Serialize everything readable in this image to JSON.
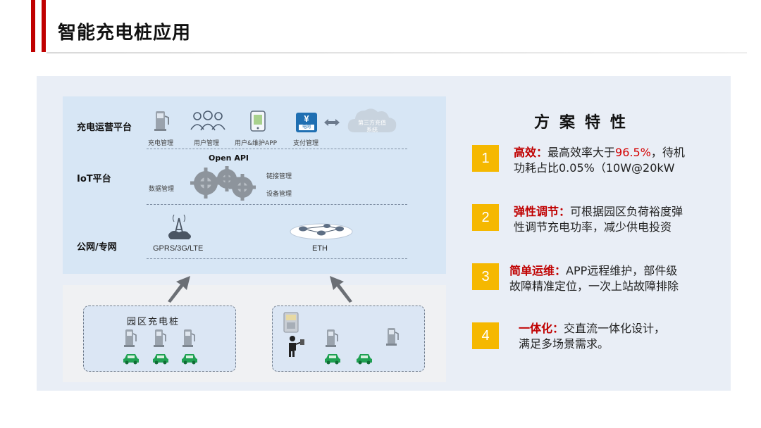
{
  "page": {
    "title": "智能充电桩应用"
  },
  "diagram": {
    "layers": {
      "platform": "充电运营平台",
      "iot": "IoT平台",
      "network": "公网/专网"
    },
    "platform_items": {
      "charge_mgmt": "充电管理",
      "user_mgmt": "用户管理",
      "app": "用户&维护APP",
      "payment": "支付管理",
      "third_party_line1": "第三方充值",
      "third_party_line2": "系统",
      "pay_icon_text": "电网"
    },
    "open_api": "Open API",
    "iot_items": {
      "data_mgmt": "数据管理",
      "link_mgmt": "链接管理",
      "device_mgmt": "设备管理"
    },
    "network_items": {
      "gprs": "GPRS/3G/LTE",
      "eth": "ETH"
    },
    "park_box_label": "园区充电桩"
  },
  "features": {
    "title": "方案特性",
    "items": [
      {
        "num": "1",
        "label": "高效：",
        "line1_a": "最高效率大于",
        "line1_hl": "96.5%",
        "line1_b": "，待机",
        "line2": "功耗占比0.05%（10W@20kW"
      },
      {
        "num": "2",
        "label": "弹性调节：",
        "line1": "可根据园区负荷裕度弹",
        "line2": "性调节充电功率，减少供电投资"
      },
      {
        "num": "3",
        "label": "简单运维：",
        "line1": "APP远程维护，部件级",
        "line2": "故障精准定位，一次上站故障排除"
      },
      {
        "num": "4",
        "label": "一体化：",
        "line1": "交直流一体化设计，",
        "line2": "满足多场景需求。"
      }
    ]
  },
  "colors": {
    "accent": "#c00000",
    "badge": "#f5b800",
    "car": "#1fa152"
  }
}
